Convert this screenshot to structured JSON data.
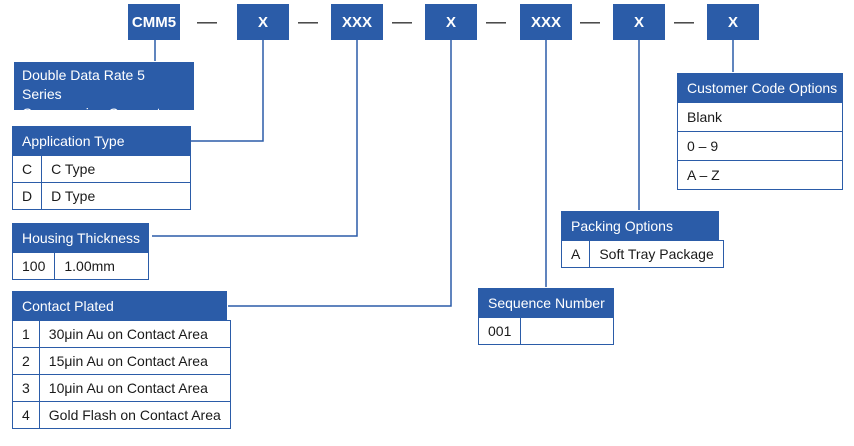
{
  "part_number": {
    "segments": [
      "CMM5",
      "X",
      "XXX",
      "X",
      "XXX",
      "X",
      "X"
    ],
    "separator": "—"
  },
  "series": {
    "line1": "Double Data Rate 5 Series",
    "line2": "Compression Connector"
  },
  "application_type": {
    "title": "Application Type",
    "rows": [
      {
        "code": "C",
        "desc": "C Type"
      },
      {
        "code": "D",
        "desc": "D Type"
      }
    ]
  },
  "housing_thickness": {
    "title": "Housing Thickness",
    "rows": [
      {
        "code": "100",
        "desc": "1.00mm"
      }
    ]
  },
  "contact_plated": {
    "title": "Contact Plated",
    "rows": [
      {
        "code": "1",
        "desc": "30μin Au on Contact Area"
      },
      {
        "code": "2",
        "desc": "15μin Au on Contact Area"
      },
      {
        "code": "3",
        "desc": "10μin Au on Contact Area"
      },
      {
        "code": "4",
        "desc": "Gold Flash on Contact Area"
      }
    ]
  },
  "sequence_number": {
    "title": "Sequence Number",
    "rows": [
      {
        "code": "001",
        "desc": ""
      }
    ]
  },
  "packing_options": {
    "title": "Packing Options",
    "rows": [
      {
        "code": "A",
        "desc": "Soft Tray Package"
      }
    ]
  },
  "customer_code_options": {
    "title": "Customer Code Options",
    "rows": [
      "Blank",
      "0 – 9",
      "A – Z"
    ]
  },
  "colors": {
    "accent": "#2b5ca8",
    "line": "#2b5ca8"
  }
}
